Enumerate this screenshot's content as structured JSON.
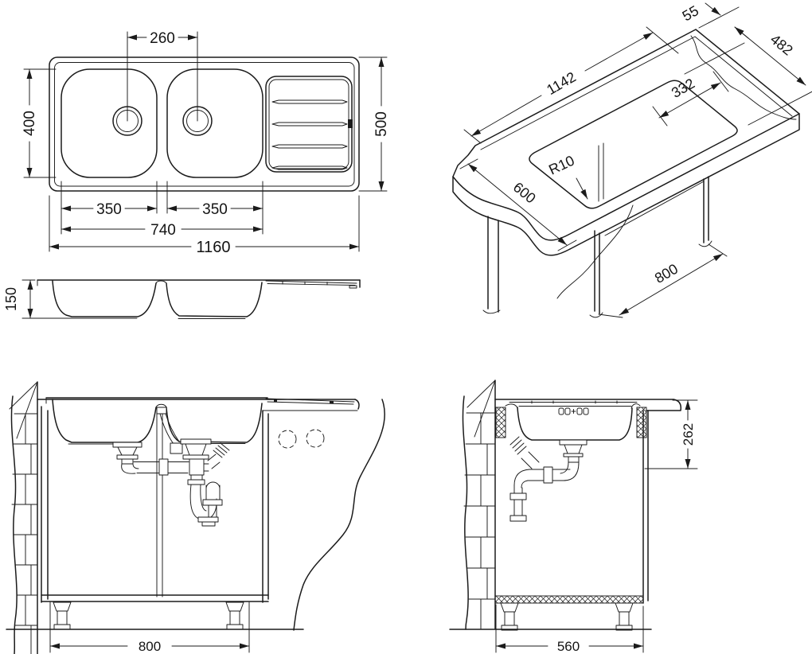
{
  "title": "Kitchen sink technical installation drawing",
  "colors": {
    "ink": "#1b1b1b",
    "paper": "#ffffff"
  },
  "views": {
    "plan": {
      "name": "Top plan view of double-bowl sink with drainboard",
      "dims": {
        "drain_spacing": "260",
        "bowl_inner_width": "400",
        "overall_depth": "500",
        "bowl1_width": "350",
        "bowl2_width": "350",
        "bowls_span": "740",
        "overall_length": "1160"
      }
    },
    "iso": {
      "name": "Isometric worktop cutout view",
      "dims": {
        "cutout_length": "1142",
        "rim_offset": "55",
        "cutout_width": "482",
        "drainer_width": "332",
        "corner_radius": "R10",
        "worktop_depth": "600",
        "base_width": "800"
      }
    },
    "profile": {
      "name": "Front profile section of sink",
      "dims": {
        "bowl_depth": "150"
      }
    },
    "front_section": {
      "name": "Front installation section with waste plumbing",
      "dims": {
        "cabinet_width": "800"
      }
    },
    "side_section": {
      "name": "Side installation section",
      "dims": {
        "outlet_drop": "262",
        "cabinet_depth": "560"
      }
    }
  }
}
